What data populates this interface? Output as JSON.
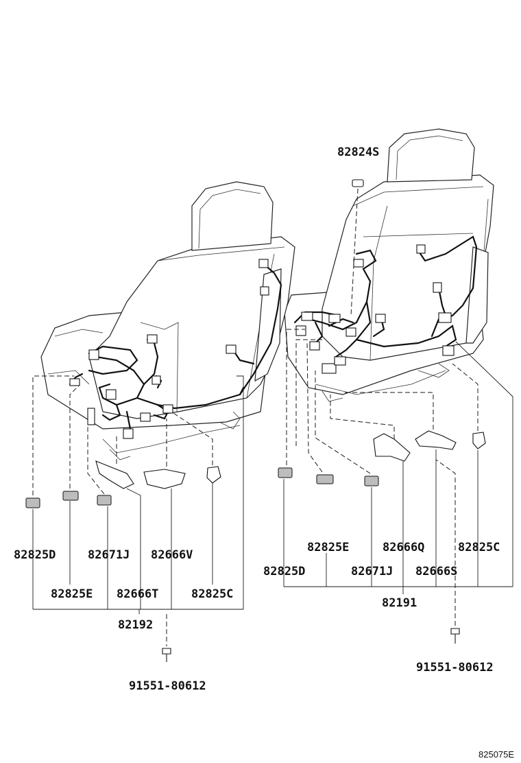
{
  "diagram": {
    "figure_code": "825075E",
    "left_seat": {
      "assembly": "82192",
      "bolt": "91551-80612",
      "parts": [
        "82825D",
        "82671J",
        "82666V",
        "82825E",
        "82666T",
        "82825C"
      ]
    },
    "right_seat": {
      "assembly": "82191",
      "bolt": "91551-80612",
      "top_part": "82824S",
      "parts": [
        "82825E",
        "82666Q",
        "82825C",
        "82825D",
        "82671J",
        "82666S"
      ]
    }
  }
}
